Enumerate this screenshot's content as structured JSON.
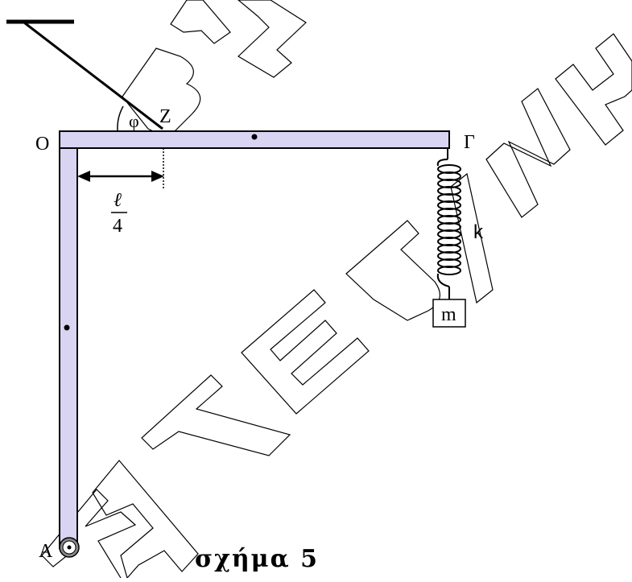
{
  "labels": {
    "point_O": "O",
    "point_Z": "Z",
    "point_G": "Γ",
    "point_A": "A",
    "angle": "φ",
    "length_num": "ℓ",
    "length_den": "4",
    "spring_k": "k",
    "mass": "m"
  },
  "caption": "σχήμα 5",
  "watermark": "ΚΑΤΕΡΙΝΗ ΒΑΖΙ",
  "colors": {
    "rod_fill": "#D8D4F2",
    "line": "#000000"
  }
}
